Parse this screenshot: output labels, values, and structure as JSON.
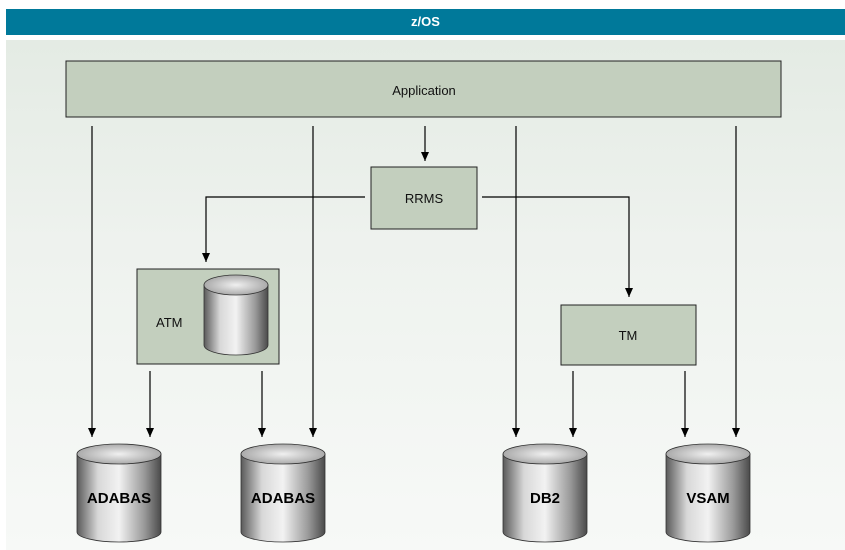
{
  "header": {
    "title": "z/OS"
  },
  "nodes": {
    "application": "Application",
    "rrms": "RRMS",
    "atm": "ATM",
    "tm": "TM"
  },
  "databases": [
    "ADABAS",
    "ADABAS",
    "DB2",
    "VSAM"
  ],
  "colors": {
    "header_bg": "#00799a",
    "box_fill": "#c3cfbe",
    "panel_bg": "#e4ebe4"
  }
}
